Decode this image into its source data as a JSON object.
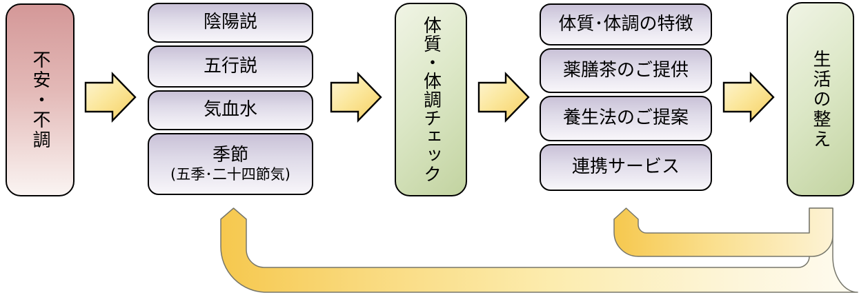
{
  "diagram": {
    "title": "kampo-consultation-flow",
    "start": {
      "label": "不安・不調"
    },
    "theories": {
      "items": [
        {
          "label": "陰陽説"
        },
        {
          "label": "五行説"
        },
        {
          "label": "気血水"
        },
        {
          "label": "季節",
          "sub": "(五季･二十四節気)"
        }
      ]
    },
    "check": {
      "label": "体質・体調チェック"
    },
    "services": {
      "items": [
        {
          "label": "体質･体調の特徴"
        },
        {
          "label": "薬膳茶のご提供"
        },
        {
          "label": "養生法のご提案"
        },
        {
          "label": "連携サービス"
        }
      ]
    },
    "outcome": {
      "label": "生活の整え"
    },
    "colors": {
      "start_fill_top": "#d49898",
      "stack_fill_top": "#c9c1d7",
      "green_fill_dark": "#c2d3a0",
      "flow_arrow_yellow": "#f6d166",
      "flow_arrow_cream": "#fdf6d8",
      "feedback_gold": "#f6c84e",
      "feedback_cream": "#fefbf0",
      "outline_black": "#000000",
      "feedback_outline_gray": "#76766b"
    }
  }
}
